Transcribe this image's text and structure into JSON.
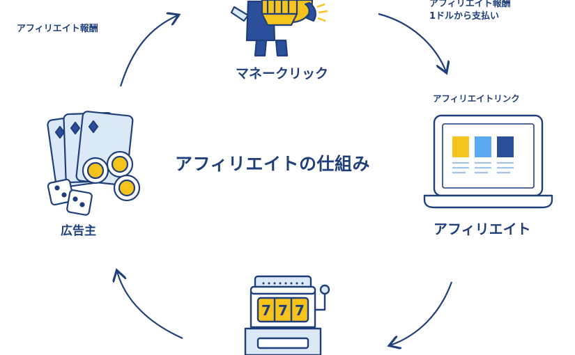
{
  "diagram": {
    "title": "アフィリエイトの仕組み",
    "nodes": {
      "top": "マネークリック",
      "right": "アフィリエイト",
      "left": "広告主"
    },
    "annotations": {
      "top_left": "アフィリエイト報酬",
      "top_right_line1": "アフィリエイト報酬",
      "top_right_line2": "1ドルから支払い",
      "right_link": "アフィリエイトリンク"
    },
    "slot_reels": [
      "7",
      "7",
      "7"
    ]
  },
  "colors": {
    "navy": "#1f3f7a",
    "yellow": "#f6c21c",
    "light_blue": "#5aa8ef",
    "dark_blue": "#2c4f9c",
    "pale_blue": "#dbe8f6"
  }
}
